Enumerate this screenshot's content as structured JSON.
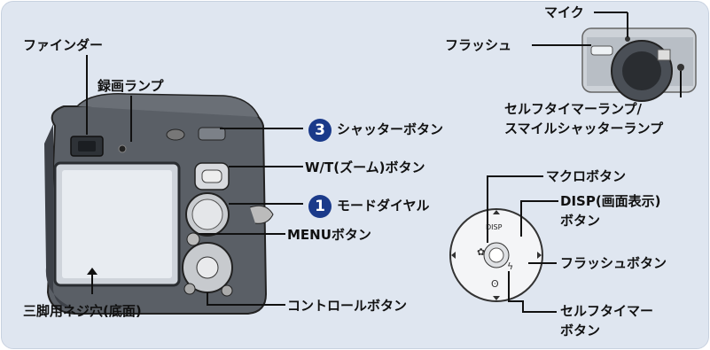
{
  "labels": {
    "finder": "ファインダー",
    "rec_lamp": "録画ランプ",
    "shutter": "シャッターボタン",
    "wt_zoom": "W/T(ズーム)ボタン",
    "mode_dial": "モードダイヤル",
    "menu": "MENUボタン",
    "control": "コントロールボタン",
    "tripod": "三脚用ネジ穴(底面)",
    "mic": "マイク",
    "flash": "フラッシュ",
    "self_timer_lamp_1": "セルフタイマーランプ/",
    "self_timer_lamp_2": "スマイルシャッターランプ",
    "macro": "マクロボタン",
    "disp_1": "DISP(画面表示)",
    "disp_2": "ボタン",
    "flash_btn": "フラッシュボタン",
    "self_timer_btn_1": "セルフタイマー",
    "self_timer_btn_2": "ボタン",
    "disp_key": "DISP"
  },
  "badges": {
    "shutter_num": "3",
    "mode_num": "1"
  },
  "colors": {
    "panel_bg": "#dfe6f0",
    "badge": "#1a3a8a",
    "line": "#111111"
  }
}
